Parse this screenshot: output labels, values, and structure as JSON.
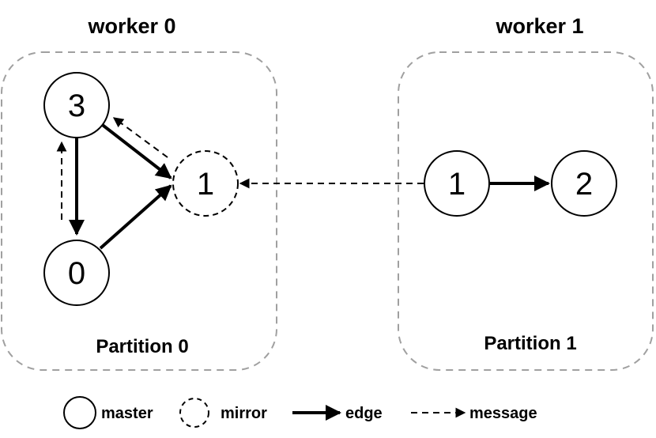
{
  "workers": [
    {
      "title": "worker 0",
      "partition_label": "Partition 0"
    },
    {
      "title": "worker 1",
      "partition_label": "Partition 1"
    }
  ],
  "nodes": [
    {
      "id": "w0-3",
      "label": "3",
      "kind": "master"
    },
    {
      "id": "w0-1",
      "label": "1",
      "kind": "mirror"
    },
    {
      "id": "w0-0",
      "label": "0",
      "kind": "master"
    },
    {
      "id": "w1-1",
      "label": "1",
      "kind": "master"
    },
    {
      "id": "w1-2",
      "label": "2",
      "kind": "master"
    }
  ],
  "edges": [
    {
      "from": "3",
      "to": "1",
      "partition": "Partition 0",
      "kind": "edge"
    },
    {
      "from": "3",
      "to": "0",
      "partition": "Partition 0",
      "kind": "edge"
    },
    {
      "from": "0",
      "to": "1",
      "partition": "Partition 0",
      "kind": "edge"
    },
    {
      "from": "1",
      "to": "2",
      "partition": "Partition 1",
      "kind": "edge"
    }
  ],
  "messages": [
    {
      "from": "1",
      "to": "3",
      "partition": "Partition 0",
      "kind": "message"
    },
    {
      "from": "0",
      "to": "3",
      "partition": "Partition 0",
      "kind": "message"
    },
    {
      "from": "1 (Partition 1)",
      "to": "1 (Partition 0)",
      "kind": "message"
    }
  ],
  "legend": {
    "master": "master",
    "mirror": "mirror",
    "edge": "edge",
    "message": "message"
  }
}
